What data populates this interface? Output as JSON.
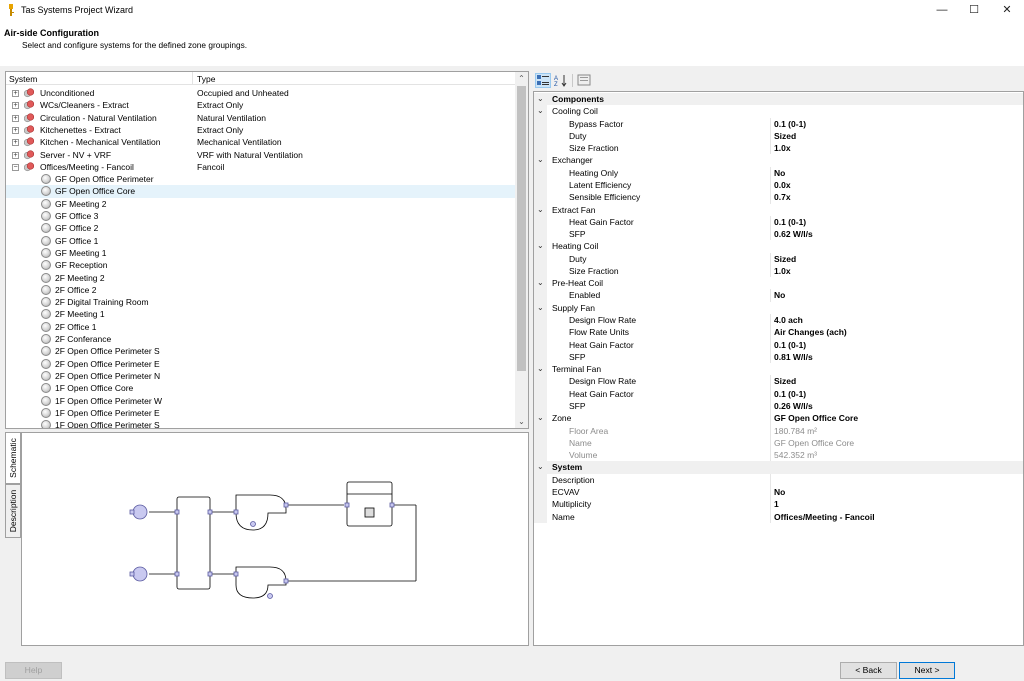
{
  "window": {
    "title": "Tas Systems Project Wizard"
  },
  "header": {
    "title": "Air-side Configuration",
    "subtitle": "Select and configure systems for the defined zone groupings."
  },
  "tree": {
    "columns": [
      "System",
      "Type"
    ],
    "groups": [
      {
        "name": "Unconditioned",
        "type": "Occupied and Unheated",
        "expanded": false
      },
      {
        "name": "WCs/Cleaners - Extract",
        "type": "Extract Only",
        "expanded": false
      },
      {
        "name": "Circulation - Natural Ventilation",
        "type": "Natural Ventilation",
        "expanded": false
      },
      {
        "name": "Kitchenettes - Extract",
        "type": "Extract Only",
        "expanded": false
      },
      {
        "name": "Kitchen - Mechanical Ventilation",
        "type": "Mechanical Ventilation",
        "expanded": false
      },
      {
        "name": "Server - NV + VRF",
        "type": "VRF with Natural Ventilation",
        "expanded": false
      },
      {
        "name": "Offices/Meeting - Fancoil",
        "type": "Fancoil",
        "expanded": true
      }
    ],
    "zones": [
      "GF Open Office Perimeter",
      "GF Open Office Core",
      "GF Meeting 2",
      "GF Office 3",
      "GF Office 2",
      "GF Office 1",
      "GF Meeting 1",
      "GF Reception",
      "2F Meeting 2",
      "2F Office 2",
      "2F Digital Training Room",
      "2F Meeting 1",
      "2F Office 1",
      "2F Conferance",
      "2F Open Office Perimeter S",
      "2F Open Office Perimeter E",
      "2F Open Office Perimeter N",
      "1F Open Office Core",
      "1F Open Office Perimeter W",
      "1F Open Office Perimeter E",
      "1F Open Office Perimeter S"
    ],
    "selected_zone": "GF Open Office Core"
  },
  "side_tabs": [
    "Schematic",
    "Description"
  ],
  "properties": {
    "components_label": "Components",
    "cooling_coil": {
      "label": "Cooling Coil",
      "rows": [
        {
          "name": "Bypass Factor",
          "value": "0.1 (0-1)"
        },
        {
          "name": "Duty",
          "value": "Sized"
        },
        {
          "name": "Size Fraction",
          "value": "1.0x"
        }
      ]
    },
    "exchanger": {
      "label": "Exchanger",
      "rows": [
        {
          "name": "Heating Only",
          "value": "No"
        },
        {
          "name": "Latent Efficiency",
          "value": "0.0x"
        },
        {
          "name": "Sensible Efficiency",
          "value": "0.7x"
        }
      ]
    },
    "extract_fan": {
      "label": "Extract Fan",
      "rows": [
        {
          "name": "Heat Gain Factor",
          "value": "0.1 (0-1)"
        },
        {
          "name": "SFP",
          "value": "0.62 W/l/s"
        }
      ]
    },
    "heating_coil": {
      "label": "Heating Coil",
      "rows": [
        {
          "name": "Duty",
          "value": "Sized"
        },
        {
          "name": "Size Fraction",
          "value": "1.0x"
        }
      ]
    },
    "pre_heat_coil": {
      "label": "Pre-Heat Coil",
      "rows": [
        {
          "name": "Enabled",
          "value": "No"
        }
      ]
    },
    "supply_fan": {
      "label": "Supply Fan",
      "rows": [
        {
          "name": "Design Flow Rate",
          "value": "4.0 ach"
        },
        {
          "name": "Flow Rate Units",
          "value": "Air Changes (ach)"
        },
        {
          "name": "Heat Gain Factor",
          "value": "0.1 (0-1)"
        },
        {
          "name": "SFP",
          "value": "0.81 W/l/s"
        }
      ]
    },
    "terminal_fan": {
      "label": "Terminal Fan",
      "rows": [
        {
          "name": "Design Flow Rate",
          "value": "Sized"
        },
        {
          "name": "Heat Gain Factor",
          "value": "0.1 (0-1)"
        },
        {
          "name": "SFP",
          "value": "0.26 W/l/s"
        }
      ]
    },
    "zone": {
      "label": "Zone",
      "value": "GF Open Office Core",
      "rows": [
        {
          "name": "Floor Area",
          "value": "180.784 m²"
        },
        {
          "name": "Name",
          "value": "GF Open Office Core"
        },
        {
          "name": "Volume",
          "value": "542.352 m³"
        }
      ]
    },
    "system": {
      "label": "System",
      "rows": [
        {
          "name": "Description",
          "value": ""
        },
        {
          "name": "ECVAV",
          "value": "No"
        },
        {
          "name": "Multiplicity",
          "value": "1"
        },
        {
          "name": "Name",
          "value": "Offices/Meeting - Fancoil"
        }
      ]
    }
  },
  "footer": {
    "help": "Help",
    "back": "< Back",
    "next": "Next >"
  }
}
